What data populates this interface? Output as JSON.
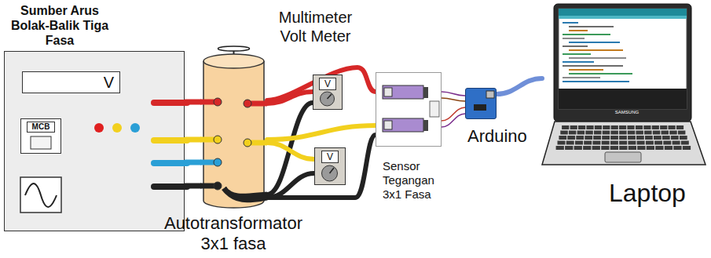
{
  "diagram": {
    "nodes": [
      {
        "text": [
          "Sumber Arus Bolak-Balik Tiga Fasa"
        ]
      },
      {
        "text": [
          "V"
        ],
        "in": 0
      },
      {
        "text": [
          "MCB"
        ],
        "in": 0
      },
      {
        "text": [
          "Autotransformator 3x1 fasa"
        ]
      },
      {
        "text": [
          "Multimeter Volt Meter",
          "V"
        ]
      },
      {
        "text": [
          "V"
        ]
      },
      {
        "text": [
          "Sensor Tegangan 3x1 Fasa"
        ]
      },
      {
        "text": [
          "Arduino"
        ]
      },
      {
        "text": [
          "Laptop"
        ]
      }
    ],
    "edges": [
      {
        "from": 0,
        "to": 3,
        "arrow": "none"
      },
      {
        "from": 3,
        "to": 4,
        "arrow": "none"
      },
      {
        "from": 3,
        "to": 5,
        "arrow": "none"
      },
      {
        "from": 3,
        "to": 6,
        "arrow": "none"
      },
      {
        "from": 6,
        "to": 7,
        "arrow": "none"
      },
      {
        "from": 7,
        "to": 8,
        "arrow": "none"
      }
    ],
    "labels": [
      "SAMSUNG"
    ]
  }
}
